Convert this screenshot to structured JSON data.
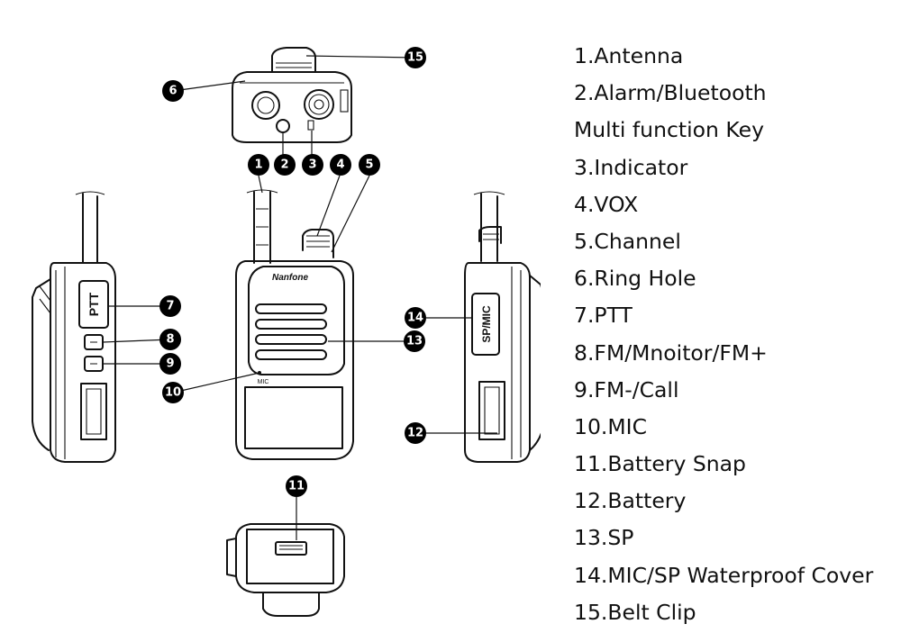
{
  "callouts": [
    "1",
    "2",
    "3",
    "4",
    "5",
    "6",
    "7",
    "8",
    "9",
    "10",
    "11",
    "12",
    "13",
    "14",
    "15"
  ],
  "device_labels": {
    "brand": "Nanfone",
    "ptt": "PTT",
    "mic": "MIC",
    "cover": "SP/MIC"
  },
  "legend": [
    "1.Antenna",
    "2.Alarm/Bluetooth",
    "Multi function Key",
    "3.Indicator",
    "4.VOX",
    "5.Channel",
    "6.Ring Hole",
    "7.PTT",
    "8.FM/Mnoitor/FM+",
    "9.FM-/Call",
    "10.MIC",
    "11.Battery Snap",
    "12.Battery",
    "13.SP",
    "14.MIC/SP Waterproof Cover",
    "15.Belt Clip"
  ]
}
